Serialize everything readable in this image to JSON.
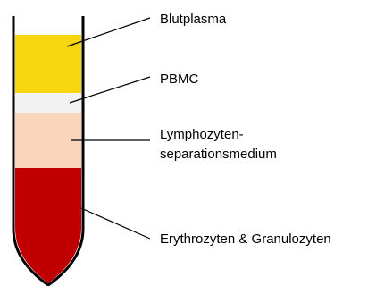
{
  "labels": {
    "plasma": "Blutplasma",
    "pbmc": "PBMC",
    "medium_line1": "Lymphozyten-",
    "medium_line2": "separationsmedium",
    "erythro": "Erythrozyten & Granulozyten"
  },
  "layers": {
    "plasma": {
      "color": "#F5D60F"
    },
    "pbmc": {
      "color": "#F2F2F2"
    },
    "medium": {
      "color": "#F9D5BC"
    },
    "erythro": {
      "color": "#C00000"
    }
  }
}
